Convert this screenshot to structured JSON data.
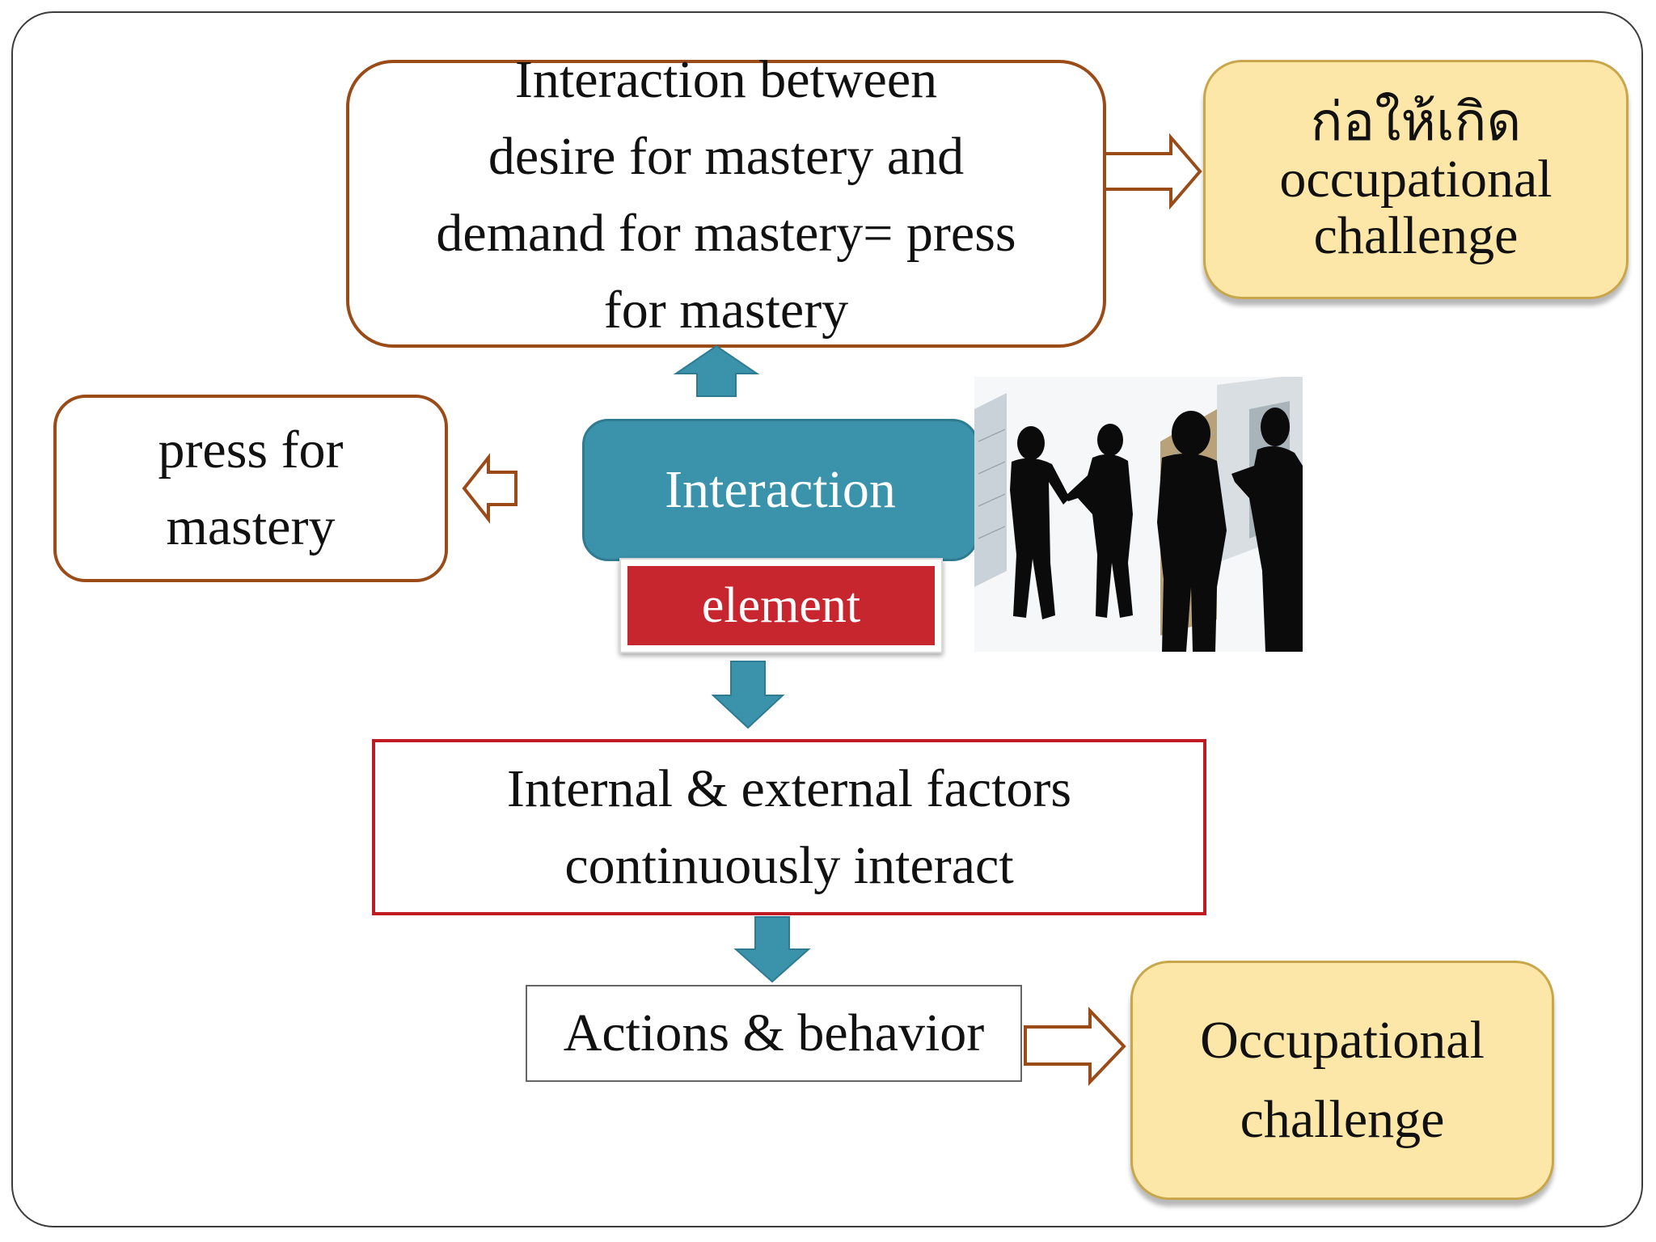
{
  "boxes": {
    "top": "Interaction between\ndesire for mastery and\ndemand for mastery= press\nfor mastery",
    "thai_result": "ก่อให้เกิด\noccupational\nchallenge",
    "press": "press for\nmastery",
    "interaction": "Interaction",
    "element": "element",
    "factors": "Internal & external factors\ncontinuously interact",
    "actions": "Actions & behavior",
    "occupational": "Occupational\nchallenge"
  },
  "colors": {
    "brown_border": "#9a4b17",
    "yellow_fill": "#fde7a8",
    "teal": "#3b93ab",
    "red": "#c8262f",
    "red_border": "#c01a22"
  },
  "icons": {
    "photo": "business-people-silhouettes"
  }
}
